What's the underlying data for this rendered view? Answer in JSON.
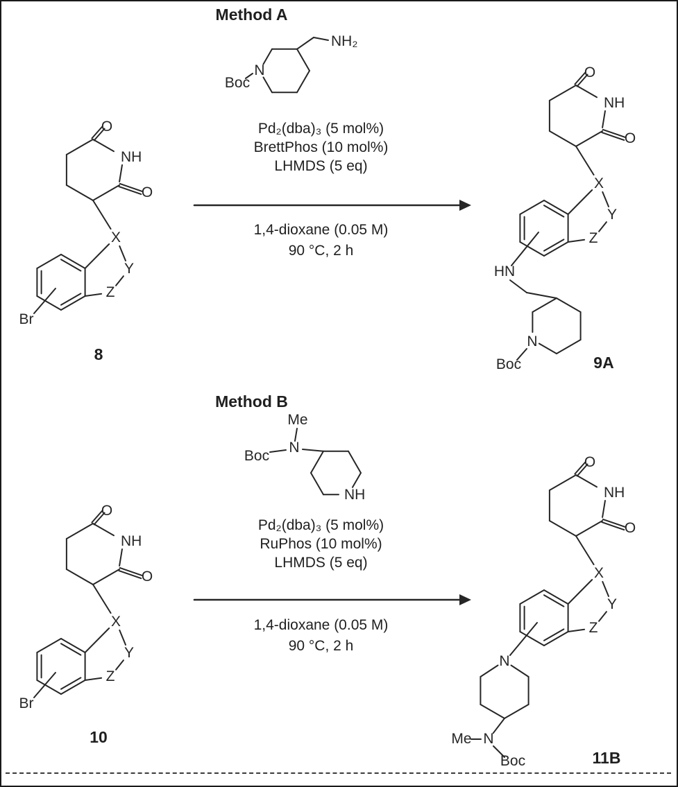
{
  "atoms": {
    "O": "O",
    "NH": "NH",
    "NH2": "NH₂",
    "N": "N",
    "HN": "HN",
    "X": "X",
    "Y": "Y",
    "Z": "Z",
    "Br": "Br",
    "Boc": "Boc",
    "Me": "Me"
  },
  "method_a": {
    "title": "Method A",
    "catalyst": "Pd₂(dba)₃ (5 mol%)",
    "ligand": "BrettPhos (10 mol%)",
    "base": "LHMDS (5 eq)",
    "solvent": "1,4-dioxane (0.05 M)",
    "temp": "90 °C, 2 h",
    "reactant_label": "8",
    "product_label": "9A"
  },
  "method_b": {
    "title": "Method B",
    "catalyst": "Pd₂(dba)₃ (5 mol%)",
    "ligand": "RuPhos (10 mol%)",
    "base": "LHMDS (5 eq)",
    "solvent": "1,4-dioxane (0.05 M)",
    "temp": "90 °C, 2 h",
    "reactant_label": "10",
    "product_label": "11B"
  }
}
